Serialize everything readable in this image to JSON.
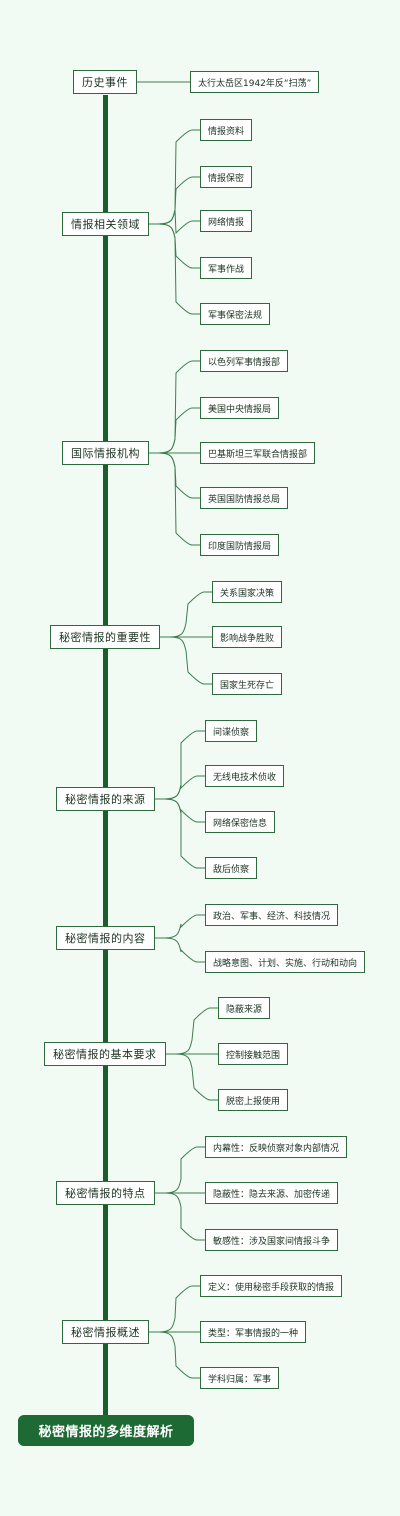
{
  "root": {
    "title": "秘密情报的多维度解析"
  },
  "branches": [
    {
      "label": "历史事件",
      "children": [
        "太行太岳区1942年反“扫荡”"
      ]
    },
    {
      "label": "情报相关领域",
      "children": [
        "情报资料",
        "情报保密",
        "网络情报",
        "军事作战",
        "军事保密法规"
      ]
    },
    {
      "label": "国际情报机构",
      "children": [
        "以色列军事情报部",
        "美国中央情报局",
        "巴基斯坦三军联合情报部",
        "英国国防情报总局",
        "印度国防情报局"
      ]
    },
    {
      "label": "秘密情报的重要性",
      "children": [
        "关系国家决策",
        "影响战争胜败",
        "国家生死存亡"
      ]
    },
    {
      "label": "秘密情报的来源",
      "children": [
        "间谍侦察",
        "无线电技术侦收",
        "网络保密信息",
        "敌后侦察"
      ]
    },
    {
      "label": "秘密情报的内容",
      "children": [
        "政治、军事、经济、科技情况",
        "战略意图、计划、实施、行动和动向"
      ]
    },
    {
      "label": "秘密情报的基本要求",
      "children": [
        "隐蔽来源",
        "控制接触范围",
        "脱密上报使用"
      ]
    },
    {
      "label": "秘密情报的特点",
      "children": [
        "内幕性：反映侦察对象内部情况",
        "隐蔽性：隐去来源、加密传递",
        "敏感性：涉及国家间情报斗争"
      ]
    },
    {
      "label": "秘密情报概述",
      "children": [
        "定义：使用秘密手段获取的情报",
        "类型：军事情报的一种",
        "学科归属：军事"
      ]
    }
  ],
  "colors": {
    "spine": "#1b5e2e",
    "edge": "#3f7d52",
    "border": "#2d6a3e",
    "root_bg": "#1e6a35",
    "background": "#f1fbf3"
  }
}
